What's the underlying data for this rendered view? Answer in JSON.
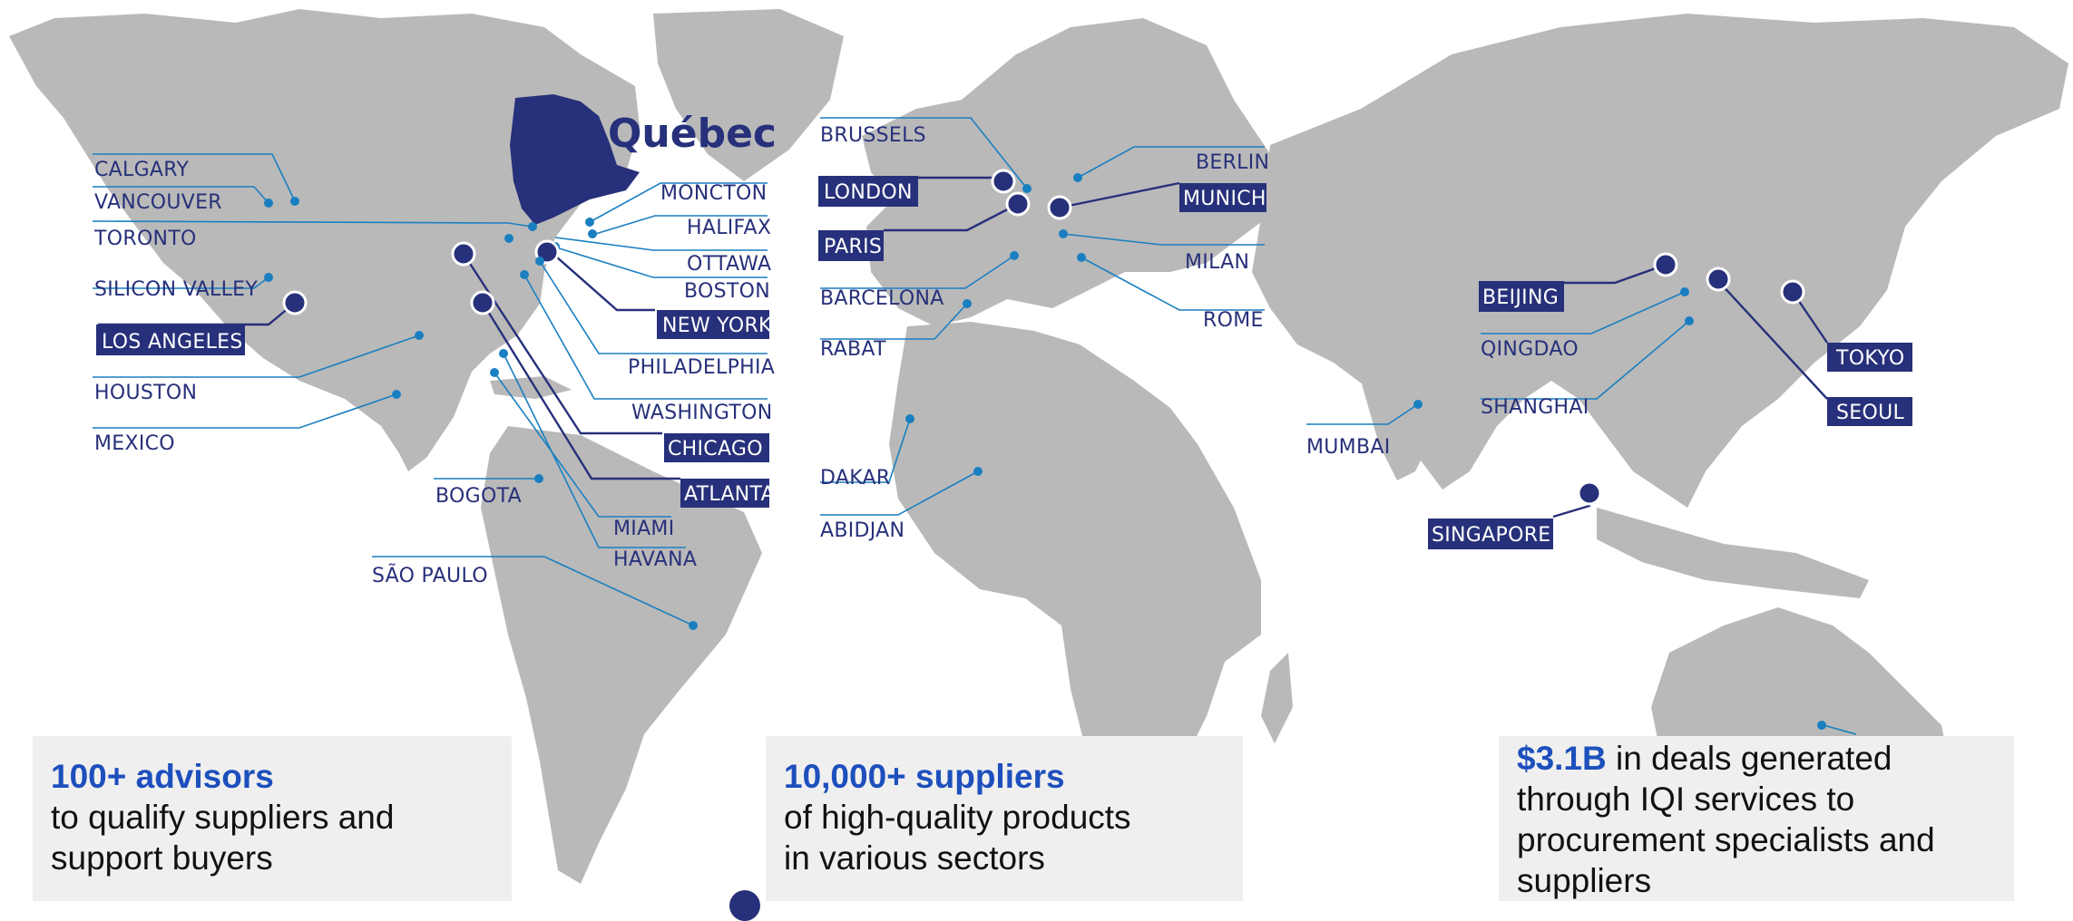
{
  "region": "Québec",
  "cities": {
    "calgary": "CALGARY",
    "vancouver": "VANCOUVER",
    "toronto": "TORONTO",
    "silicon_valley": "SILICON VALLEY",
    "los_angeles": "LOS ANGELES",
    "houston": "HOUSTON",
    "mexico": "MEXICO",
    "bogota": "BOGOTA",
    "sao_paulo": "SÃO PAULO",
    "miami": "MIAMI",
    "havana": "HAVANA",
    "moncton": "MONCTON",
    "halifax": "HALIFAX",
    "ottawa": "OTTAWA",
    "boston": "BOSTON",
    "new_york": "NEW YORK",
    "philadelphia": "PHILADELPHIA",
    "washington": "WASHINGTON",
    "chicago": "CHICAGO",
    "atlanta": "ATLANTA",
    "brussels": "BRUSSELS",
    "london": "LONDON",
    "paris": "PARIS",
    "barcelona": "BARCELONA",
    "rabat": "RABAT",
    "dakar": "DAKAR",
    "abidjan": "ABIDJAN",
    "berlin": "BERLIN",
    "munich": "MUNICH",
    "milan": "MILAN",
    "rome": "ROME",
    "mumbai": "MUMBAI",
    "beijing": "BEIJING",
    "qingdao": "QINGDAO",
    "shanghai": "SHANGHAI",
    "singapore": "SINGAPORE",
    "tokyo": "TOKYO",
    "seoul": "SEOUL"
  },
  "stats": [
    {
      "highlight": "100+ advisors",
      "line1": "to qualify suppliers and",
      "line2": "support buyers"
    },
    {
      "highlight": "10,000+ suppliers",
      "line1": "of high-quality products",
      "line2": "in various sectors"
    },
    {
      "highlight": "$3.1B",
      "rest": " in deals generated",
      "line1": "through IQI services to",
      "line2": "procurement specialists and",
      "line3": "suppliers"
    }
  ],
  "colors": {
    "land": "#b9b9b9",
    "accent_dark": "#27307a",
    "accent_light": "#1a7fc1",
    "stat_highlight": "#1d4fbd",
    "stat_box": "#efefef"
  }
}
